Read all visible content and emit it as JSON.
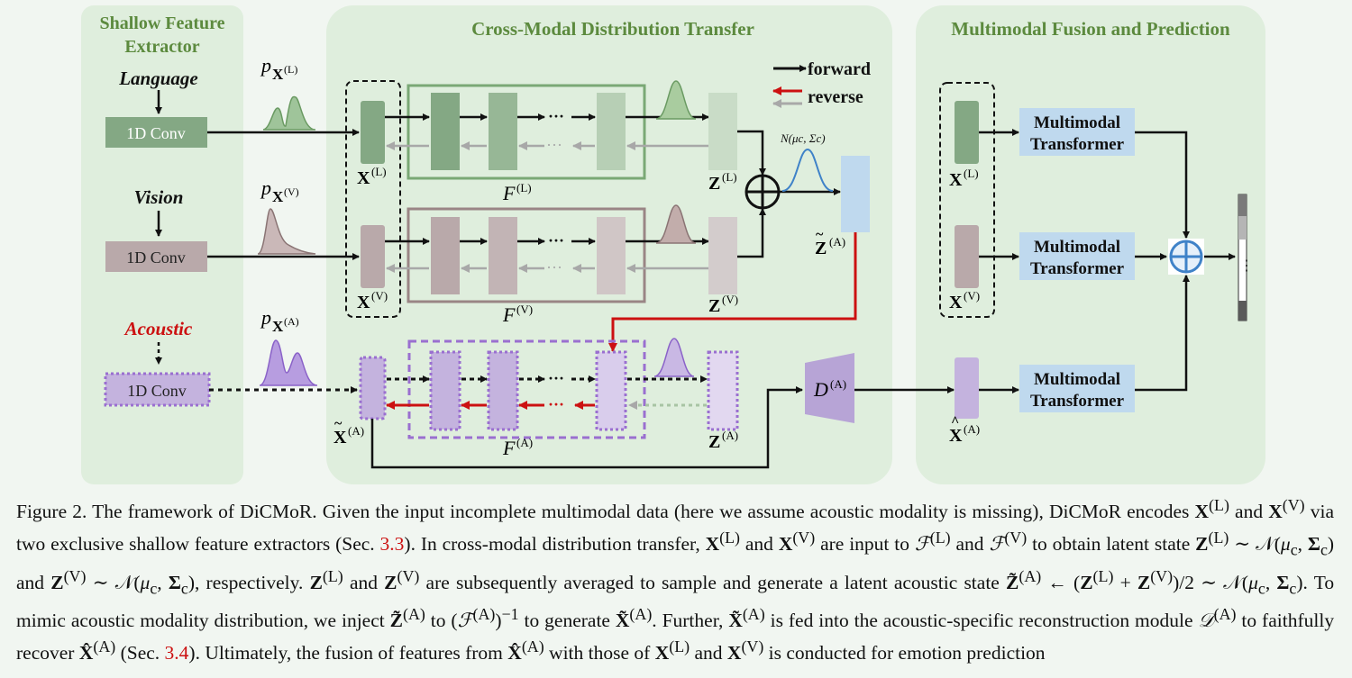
{
  "panels": {
    "shallow_title": [
      "Shallow Feature",
      "Extractor"
    ],
    "cmdt_title": "Cross-Modal Distribution Transfer",
    "fusion_title": "Multimodal Fusion and Prediction"
  },
  "extractor": {
    "language": "Language",
    "vision": "Vision",
    "acoustic": "Acoustic",
    "conv_label": "1D Conv"
  },
  "legend": {
    "forward": "forward",
    "reverse": "reverse"
  },
  "math": {
    "p": "p",
    "X": "X",
    "Z": "Z",
    "F": "F",
    "D": "D",
    "sup_L": "(L)",
    "sup_V": "(V)",
    "sup_A": "(A)",
    "dots": "···",
    "normal": "N(μc, Σc)",
    "vdots": "⋮"
  },
  "fusion": {
    "mt_line1": "Multimodal",
    "mt_line2": "Transformer"
  },
  "caption": {
    "figure": "Figure 2.",
    "s1": "The framework of DiCMoR. Given the input incomplete multimodal data (here we assume acoustic modality is missing), DiCMoR encodes",
    "x_l": "X",
    "x_v": "X",
    "sup_l": "(L)",
    "sup_v": "(V)",
    "and": "and",
    "s2": "via two exclusive shallow feature extractors (Sec.",
    "ref33": "3.3",
    "s3": "). In cross-modal distribution transfer,",
    "are": "are input to",
    "s4": "to obtain latent state",
    "s5": ", respectively.",
    "s6": "are subsequently averaged to sample and generate a latent acoustic state",
    "s7": ". To mimic acoustic modality distribution, we inject",
    "to": "to",
    "s8": "to generate",
    "s9": ". Further,",
    "s10": "is fed into the acoustic-specific reconstruction module",
    "s11": "to faithfully recover",
    "s12": "(Sec.",
    "ref34": "3.4",
    "s13": "). Ultimately, the fusion of features from",
    "s14": "with those of",
    "s15": "is conducted for emotion prediction"
  },
  "colors": {
    "panel_bg": "#dfeedd",
    "green_fill": "#84a884",
    "mauve_fill": "#b9a9aa",
    "purple_fill": "#c4b3de",
    "purple_border": "#9a6fd0",
    "blue_box": "#bfd9ee",
    "red_arrow": "#cc1111",
    "title_green": "#5c8a3e"
  }
}
